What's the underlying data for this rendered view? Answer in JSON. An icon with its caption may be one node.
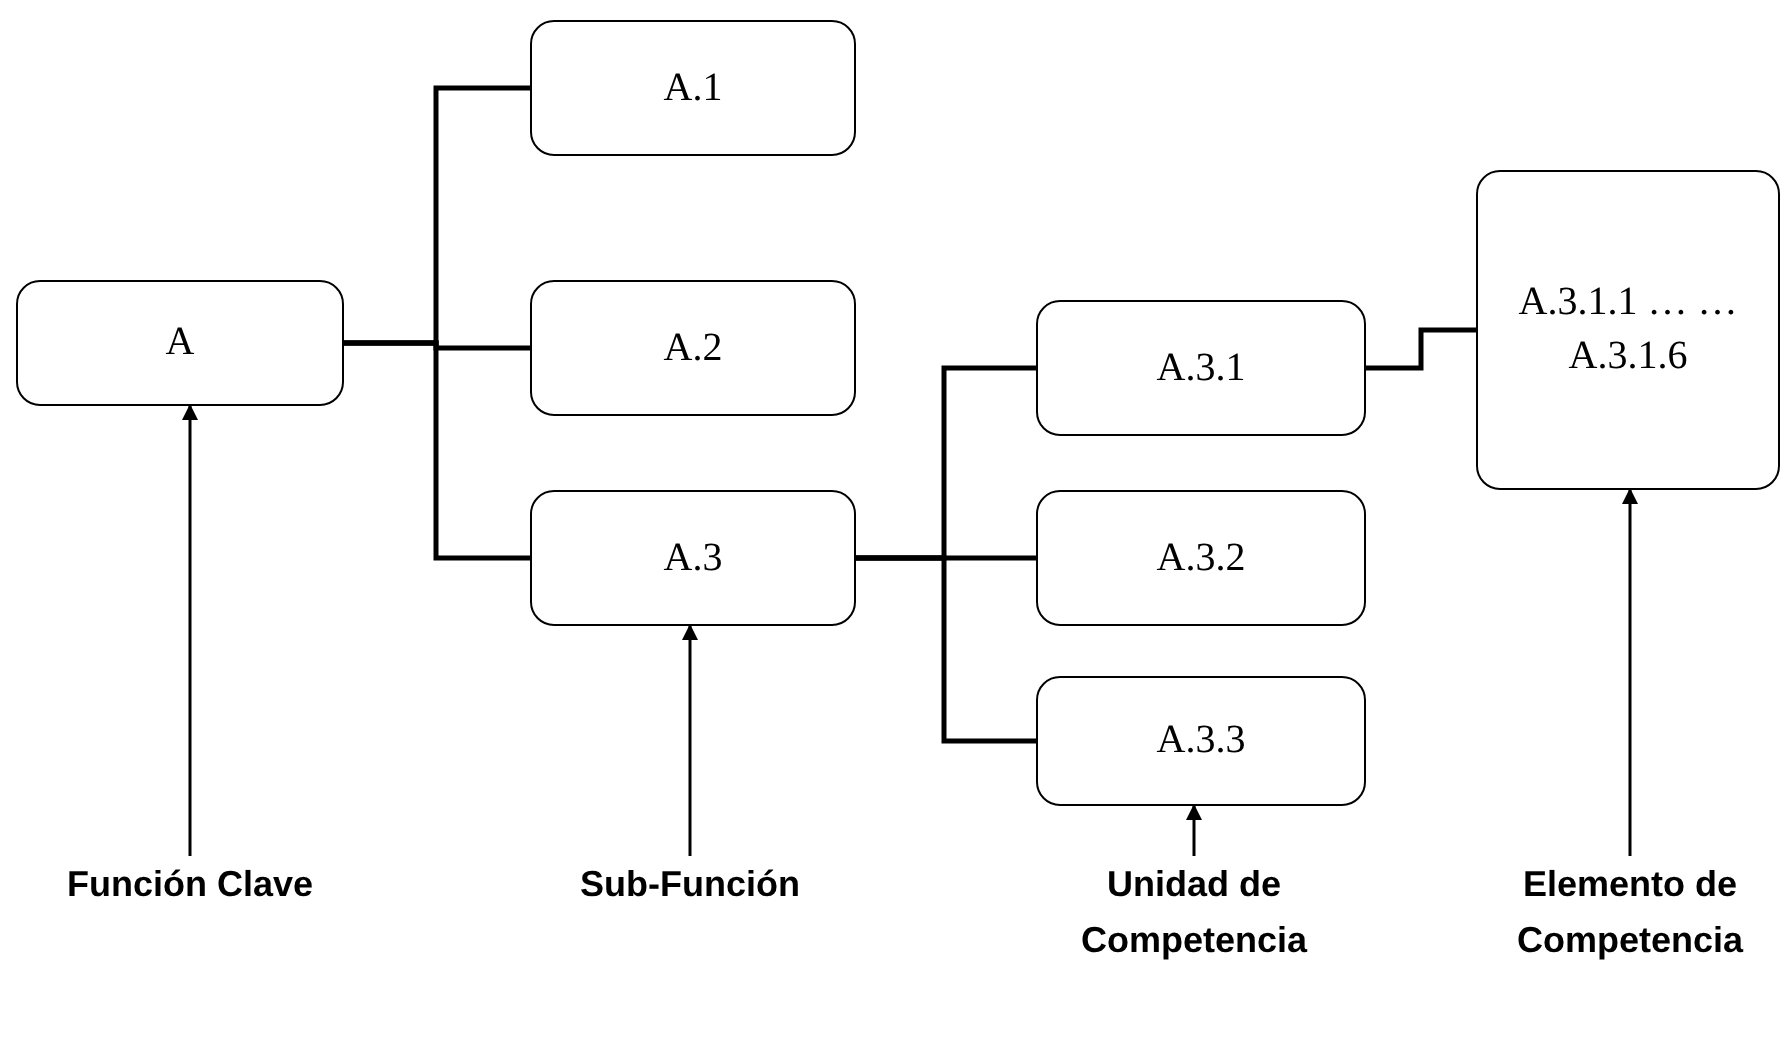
{
  "diagram": {
    "nodes": [
      {
        "text": [
          "A"
        ]
      },
      {
        "text": [
          "A.1"
        ]
      },
      {
        "text": [
          "A.2"
        ]
      },
      {
        "text": [
          "A.3"
        ]
      },
      {
        "text": [
          "A.3.1"
        ]
      },
      {
        "text": [
          "A.3.2"
        ]
      },
      {
        "text": [
          "A.3.3"
        ]
      },
      {
        "text": [
          "A.3.1.1 … … A.3.1.6"
        ]
      },
      {
        "text": [
          "Función Clave"
        ]
      },
      {
        "text": [
          "Sub-Función"
        ]
      },
      {
        "text": [
          "Unidad de Competencia"
        ]
      },
      {
        "text": [
          "Elemento de Competencia"
        ]
      }
    ],
    "edges": [
      {
        "from": 0,
        "to": 1,
        "arrow": "none"
      },
      {
        "from": 0,
        "to": 2,
        "arrow": "none"
      },
      {
        "from": 0,
        "to": 3,
        "arrow": "none"
      },
      {
        "from": 3,
        "to": 4,
        "arrow": "none"
      },
      {
        "from": 3,
        "to": 5,
        "arrow": "none"
      },
      {
        "from": 3,
        "to": 6,
        "arrow": "none"
      },
      {
        "from": 4,
        "to": 7,
        "arrow": "none"
      },
      {
        "from": 8,
        "to": 0,
        "arrow": "to"
      },
      {
        "from": 9,
        "to": 3,
        "arrow": "to"
      },
      {
        "from": 10,
        "to": 6,
        "arrow": "to"
      },
      {
        "from": 11,
        "to": 7,
        "arrow": "to"
      }
    ]
  }
}
